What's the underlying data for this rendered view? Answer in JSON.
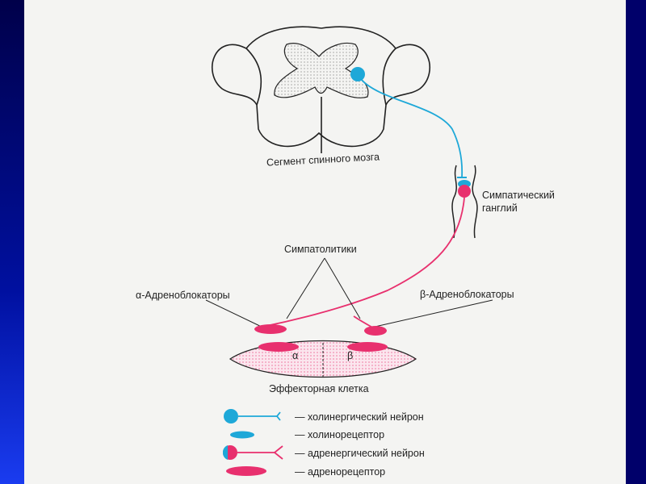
{
  "diagram": {
    "spinal_segment_label": "Сегмент спинного мозга",
    "ganglion_label_line1": "Симпатический",
    "ganglion_label_line2": "ганглий",
    "sympatholytics_label": "Симпатолитики",
    "alpha_blockers_label": "α-Адреноблокаторы",
    "beta_blockers_label": "β-Адреноблокаторы",
    "alpha_symbol": "α",
    "beta_symbol": "β",
    "effector_cell_label": "Эффекторная клетка"
  },
  "legend": [
    {
      "label": "— холинергический нейрон"
    },
    {
      "label": "— холинорецептор"
    },
    {
      "label": "— адренергический нейрон"
    },
    {
      "label": "— адренорецептор"
    }
  ],
  "colors": {
    "cholinergic": "#1ea8d8",
    "adrenergic": "#e8306e",
    "left_bar": "#1a3cf0",
    "right_bar": "#00006a"
  }
}
